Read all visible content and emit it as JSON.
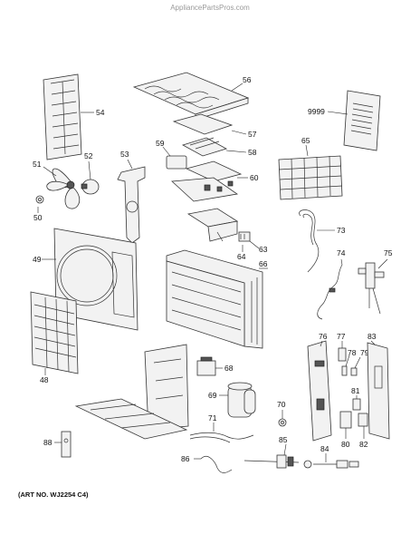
{
  "watermark": "AppliancePartsPros.com",
  "art_number": "(ART NO. WJ2254 C4)",
  "callouts": {
    "c56": "56",
    "c54": "54",
    "c9999": "9999",
    "c57": "57",
    "c58": "58",
    "c59": "59",
    "c53": "53",
    "c65": "65",
    "c51": "51",
    "c52": "52",
    "c60": "60",
    "c50": "50",
    "c73": "73",
    "c63": "63",
    "c49": "49",
    "c64": "64",
    "c66": "66",
    "c74": "74",
    "c75": "75",
    "c48": "48",
    "c76": "76",
    "c77": "77",
    "c78": "78",
    "c79": "79",
    "c83": "83",
    "c68": "68",
    "c69": "69",
    "c70": "70",
    "c81": "81",
    "c71": "71",
    "c80": "80",
    "c82": "82",
    "c85": "85",
    "c88": "88",
    "c84": "84",
    "c86": "86"
  }
}
